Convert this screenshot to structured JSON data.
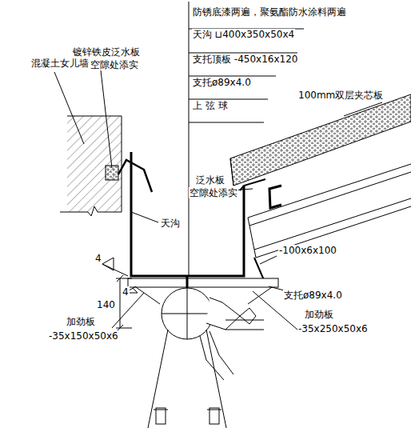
{
  "diagram": {
    "labels": [
      "防锈底漆两遍，聚氨酯防水涂料两遍",
      "天沟 ⊔400x350x50x4",
      "支托顶板 -450x16x120",
      "支托ø89x4.0",
      "上 弦 球",
      "100mm双层夹芯板",
      "混凝土女儿墙",
      "镀锌铁皮泛水板",
      "空隙处添实",
      "泛水板",
      "空隙处添实",
      "天沟",
      "-100x6x100",
      "支托ø89x4.0",
      "加劲板",
      "-35x250x50x6",
      "加劲板",
      "-35x150x50x6",
      "4",
      "4",
      "140"
    ]
  }
}
